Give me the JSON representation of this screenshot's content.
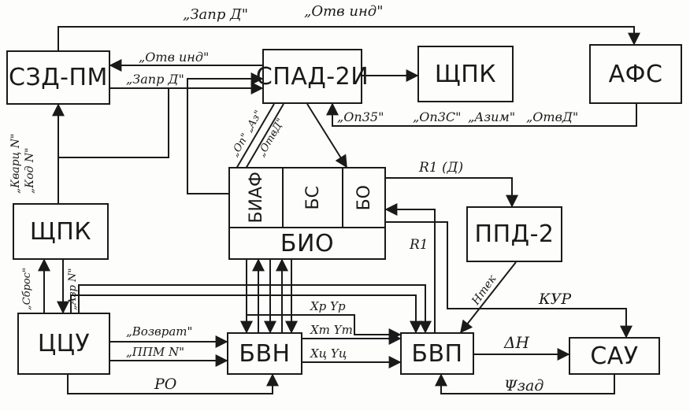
{
  "blocks": {
    "szd_pm": "СЗД-ПМ",
    "spad_2i": "СПАД-2И",
    "shchpk_top": "ЩПК",
    "afs": "АФС",
    "shchpk_left": "ЩПК",
    "biaf": "БИАФ",
    "bs": "БС",
    "bo": "БО",
    "bio": "БИО",
    "ppd_2": "ППД-2",
    "tsu": "ЦЦУ",
    "bvn": "БВН",
    "bvp": "БВП",
    "sau": "САУ"
  },
  "signals": {
    "zapr_d_top": "„Запр Д\"",
    "otv_ind_top": "„Отв инд\"",
    "otv_ind_mid": "„Отв инд\"",
    "zapr_d_mid": "„Запр Д\"",
    "op35": "„Оп35\"",
    "op3s": "„Оп3С\"",
    "azim": "„Азим\"",
    "otv_d": "„ОтвД\"",
    "kvarts_n": "„Кварц N\"",
    "kod_n": "„Код N\"",
    "op_az": "„Оп\" „Аз\"",
    "otv_d_diag": "„ОтвД\"",
    "r1_d": "R1 (Д)",
    "r1": "R1",
    "h_tek": "Hтек",
    "kur": "КУР",
    "sbros": "„Сброс\"",
    "azr_n": "„Азр N\"",
    "vozvrat": "„Возврат\"",
    "ppm_n": "„ППМ N\"",
    "xp_yp": "Xр Yр",
    "xt_yt": "Xт Yт",
    "xts_yts": "Xц Yц",
    "delta_h": "ΔH",
    "psi_zad": "Ψзад",
    "ro": "РО"
  }
}
